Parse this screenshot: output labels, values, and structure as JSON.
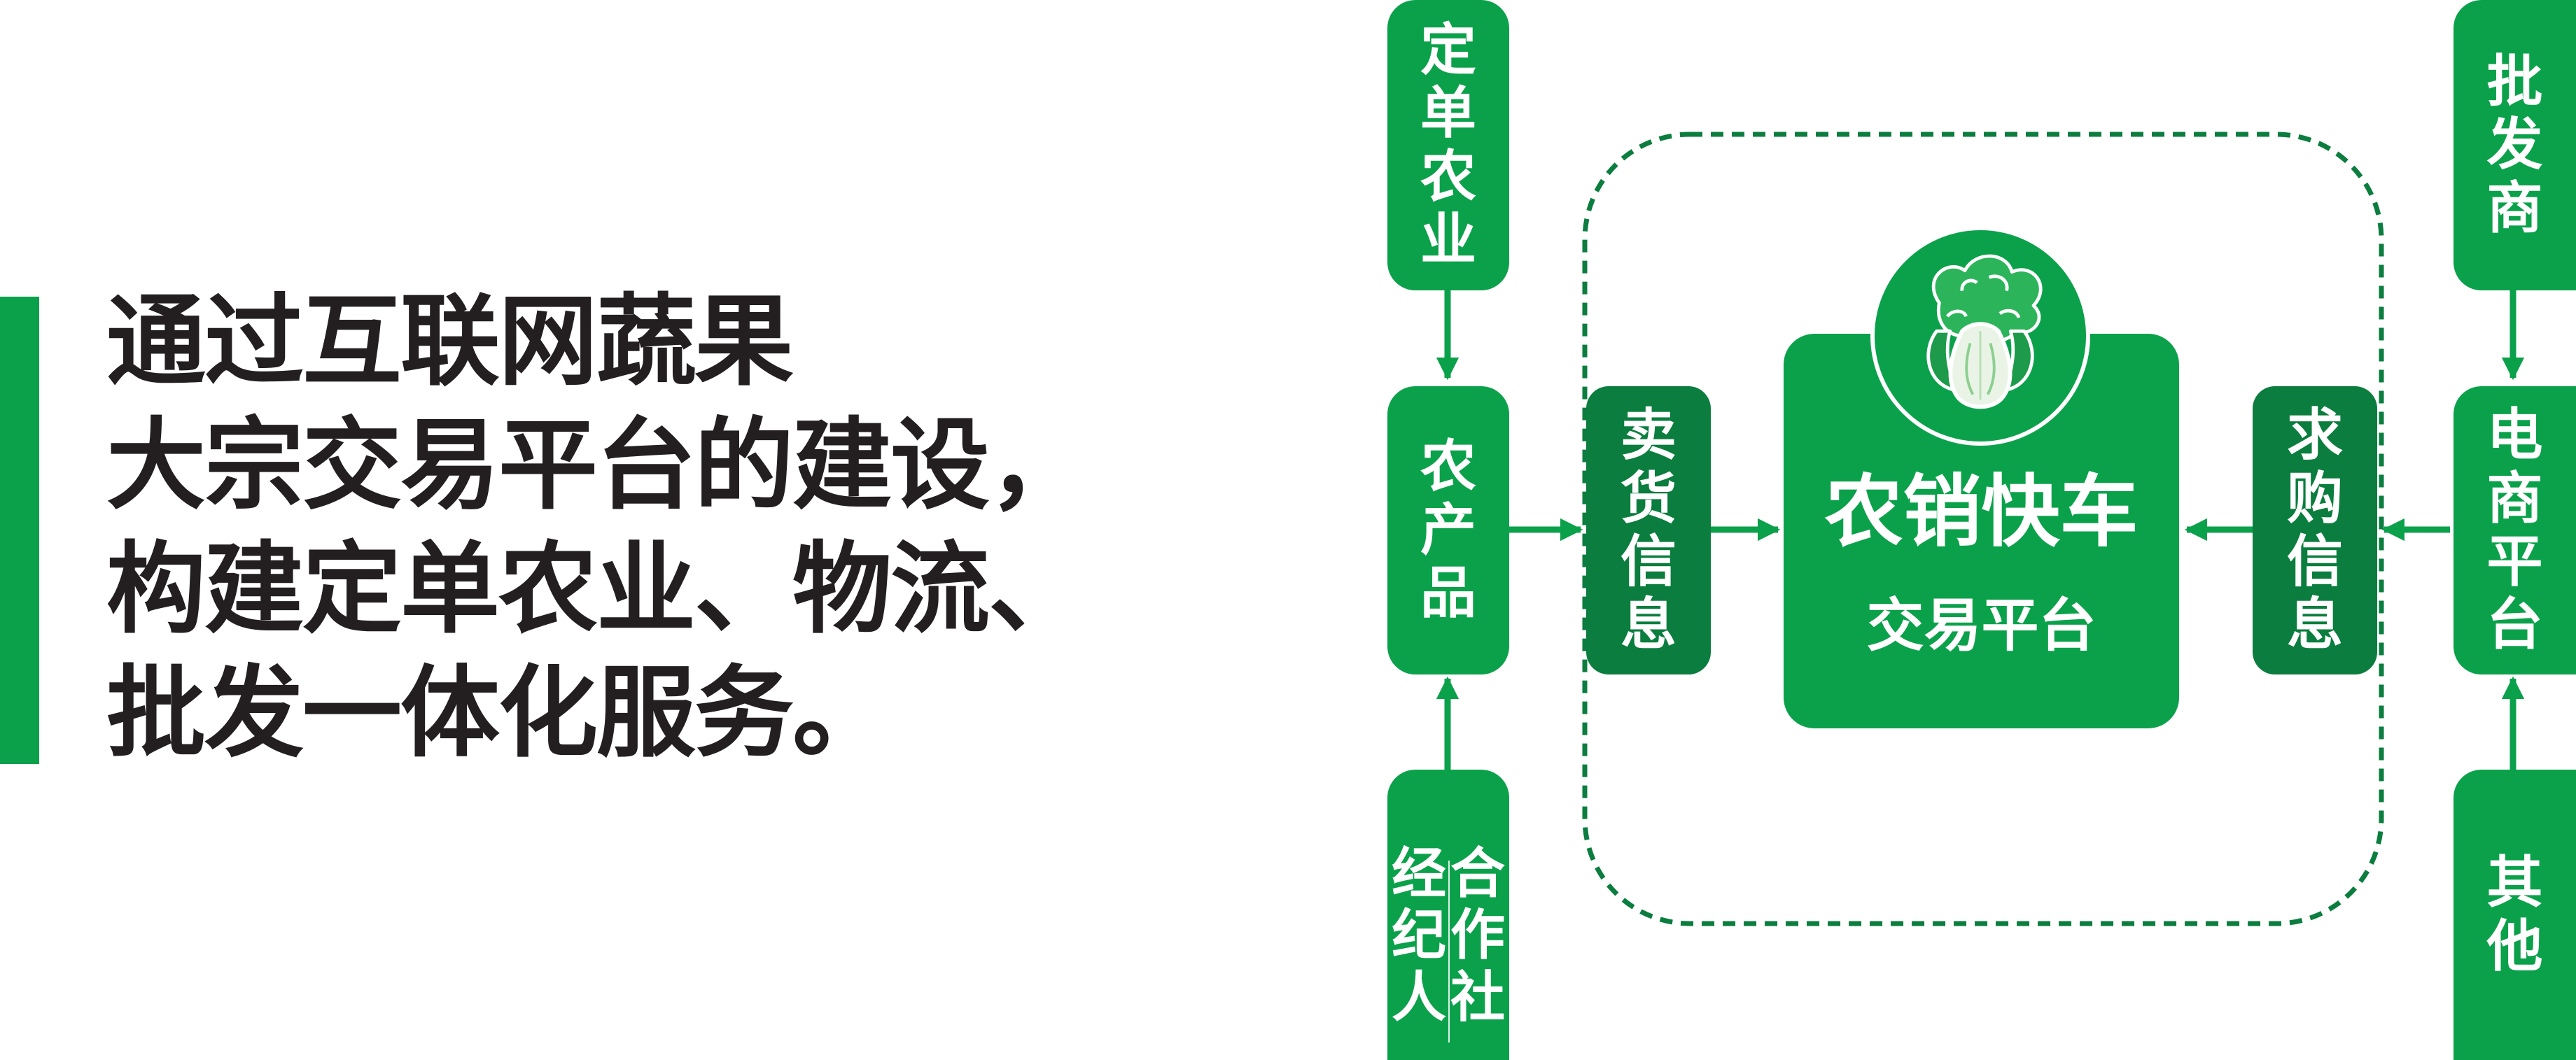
{
  "headline": {
    "lines": [
      "通过互联网蔬果",
      "大宗交易平台的建设，",
      "构建定单农业、物流、",
      "批发一体化服务。"
    ]
  },
  "diagram": {
    "center": {
      "title": "农销快车",
      "subtitle": "交易平台",
      "icon": "cabbage-icon"
    },
    "left": {
      "top": "定单农业",
      "middle": "农产品",
      "bottom_left": "经纪人",
      "bottom_right": "合作社",
      "info": "卖货信息"
    },
    "right": {
      "top": "批发商",
      "middle": "电商平台",
      "bottom": "其他",
      "info": "求购信息"
    },
    "colors": {
      "green": "#0ba14b",
      "dark_green": "#0b7d3e",
      "dashed_border": "#0b7d3e",
      "headline_text": "#231f20"
    }
  }
}
